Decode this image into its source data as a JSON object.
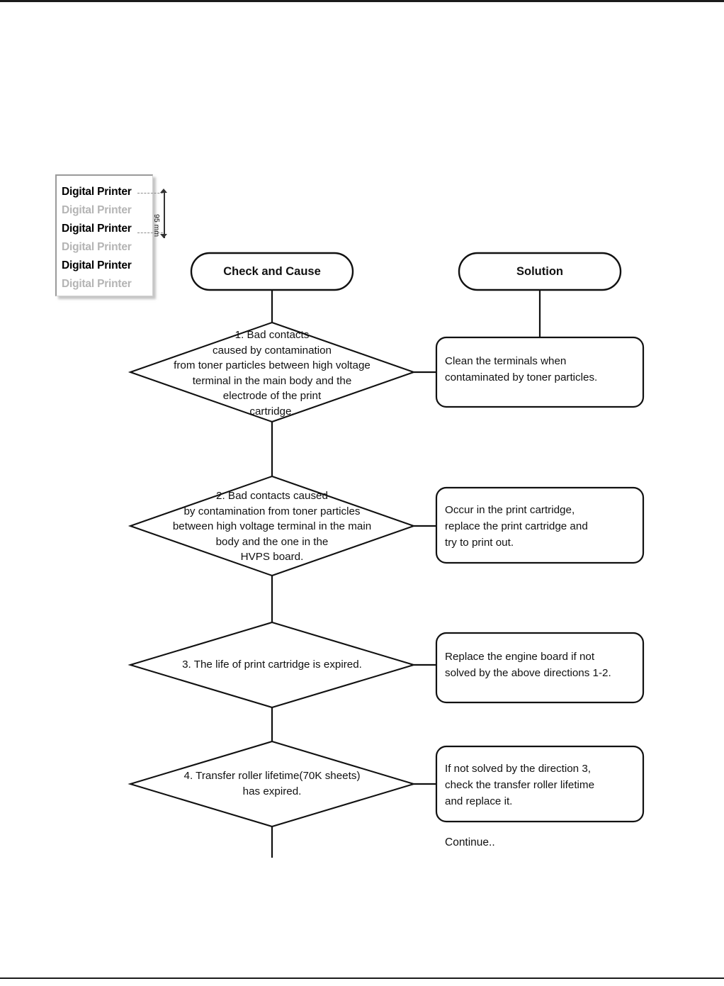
{
  "figure": {
    "name": "print-defect-sample",
    "caption_lines": [
      {
        "text": "Digital Printer",
        "tone": "dark"
      },
      {
        "text": "Digital Printer",
        "tone": "light"
      },
      {
        "text": "Digital Printer",
        "tone": "dark"
      },
      {
        "text": "Digital Printer",
        "tone": "light"
      },
      {
        "text": "Digital Printer",
        "tone": "dark"
      },
      {
        "text": "Digital Printer",
        "tone": "light"
      }
    ],
    "dimension_label": "95 mm"
  },
  "headers": {
    "check_and_cause": "Check and Cause",
    "solution": "Solution"
  },
  "colors": {
    "pill_fill": "#ccccea",
    "stroke": "#111111",
    "text": "#111111",
    "sample_dark": "#000000",
    "sample_light": "#b4b4b4"
  },
  "flow": {
    "steps": [
      {
        "cause": "1. Bad contacts\ncaused by contamination\nfrom toner particles between high voltage\nterminal in the main body and the\nelectrode of the print\ncartridge.",
        "solution": "Clean the terminals when\ncontaminated by toner particles."
      },
      {
        "cause": "2. Bad contacts caused\nby contamination from toner particles\nbetween high voltage terminal in the main\nbody and the one in the\nHVPS board.",
        "solution": "Occur in the print cartridge,\nreplace the print cartridge and\ntry to print out."
      },
      {
        "cause": "3. The life of print cartridge is expired.",
        "solution": "Replace the engine board if not\nsolved by the above directions 1-2."
      },
      {
        "cause": "4. Transfer roller lifetime(70K sheets)\nhas expired.",
        "solution": "If not solved by the direction 3,\ncheck the transfer roller lifetime\nand replace it."
      }
    ],
    "continue_note": "Continue.."
  }
}
